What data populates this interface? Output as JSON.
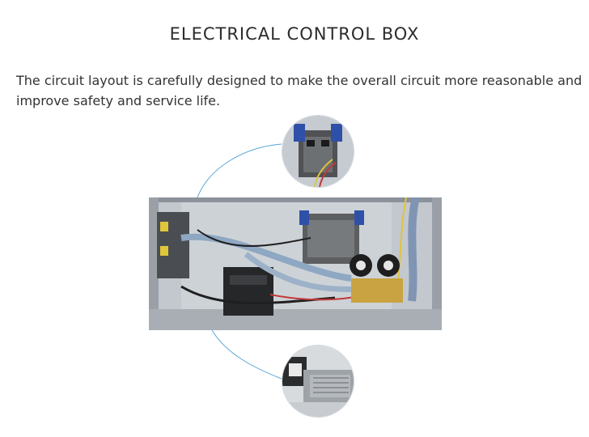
{
  "header": {
    "title": "ELECTRICAL CONTROL BOX"
  },
  "body": {
    "description": "The circuit layout is carefully designed to make the overall circuit more reasonable and improve safety and service life."
  },
  "images": {
    "main": "electrical-control-box-photo",
    "detail_top": "transformer-closeup-photo",
    "detail_bottom": "vacuum-pump-closeup-photo"
  },
  "colors": {
    "connector_line": "#58a6d8",
    "box_interior": "#b7bdc4"
  }
}
